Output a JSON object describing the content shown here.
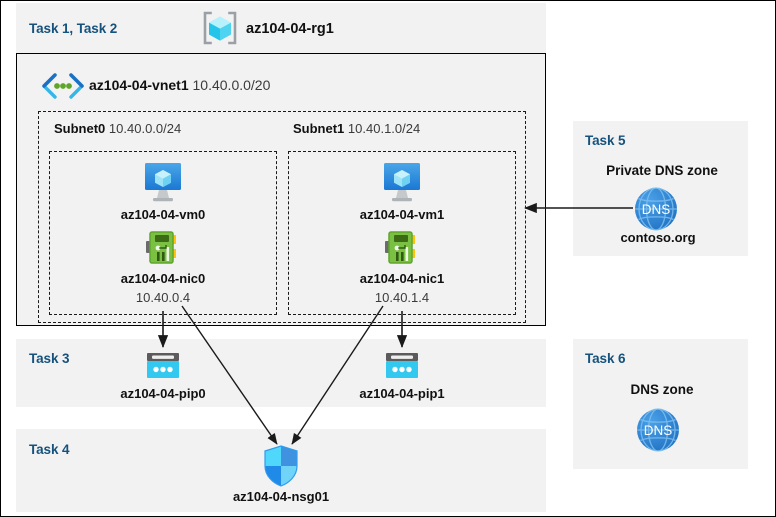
{
  "header": {
    "task_label": "Task 1, Task 2",
    "resource_group_icon": "resource-group-icon",
    "resource_group_name": "az104-04-rg1"
  },
  "vnet": {
    "icon": "virtual-network-icon",
    "name": "az104-04-vnet1",
    "address_space": "10.40.0.0/20",
    "subnets": [
      {
        "name": "Subnet0",
        "cidr": "10.40.0.0/24",
        "vm": {
          "icon": "virtual-machine-icon",
          "label": "az104-04-vm0"
        },
        "nic": {
          "icon": "network-interface-icon",
          "label": "az104-04-nic0",
          "ip": "10.40.0.4"
        }
      },
      {
        "name": "Subnet1",
        "cidr": "10.40.1.0/24",
        "vm": {
          "icon": "virtual-machine-icon",
          "label": "az104-04-vm1"
        },
        "nic": {
          "icon": "network-interface-icon",
          "label": "az104-04-nic1",
          "ip": "10.40.1.4"
        }
      }
    ]
  },
  "task3": {
    "task_label": "Task 3",
    "pip0": {
      "icon": "public-ip-address-icon",
      "label": "az104-04-pip0"
    },
    "pip1": {
      "icon": "public-ip-address-icon",
      "label": "az104-04-pip1"
    }
  },
  "task4": {
    "task_label": "Task 4",
    "nsg": {
      "icon": "network-security-group-icon",
      "label": "az104-04-nsg01"
    }
  },
  "task5": {
    "task_label": "Task 5",
    "heading": "Private DNS zone",
    "icon": "dns-zone-icon",
    "zone_name": "contoso.org"
  },
  "task6": {
    "task_label": "Task 6",
    "heading": "DNS zone",
    "icon": "dns-zone-icon"
  },
  "colors": {
    "task_label": "#15527d",
    "panel_background": "#f2f2f2",
    "page_background": "#ffffff",
    "vm_icon_blue": "#1b78d4",
    "nic_icon_green": "#5fa52a",
    "pip_icon_cyan": "#32c8ef",
    "nsg_icon_blue": "#2f9bf0",
    "dns_icon_blue": "#2a7fd4",
    "resource_group_cyan": "#5fd8f5",
    "arrow_color": "#1a1a1a"
  }
}
